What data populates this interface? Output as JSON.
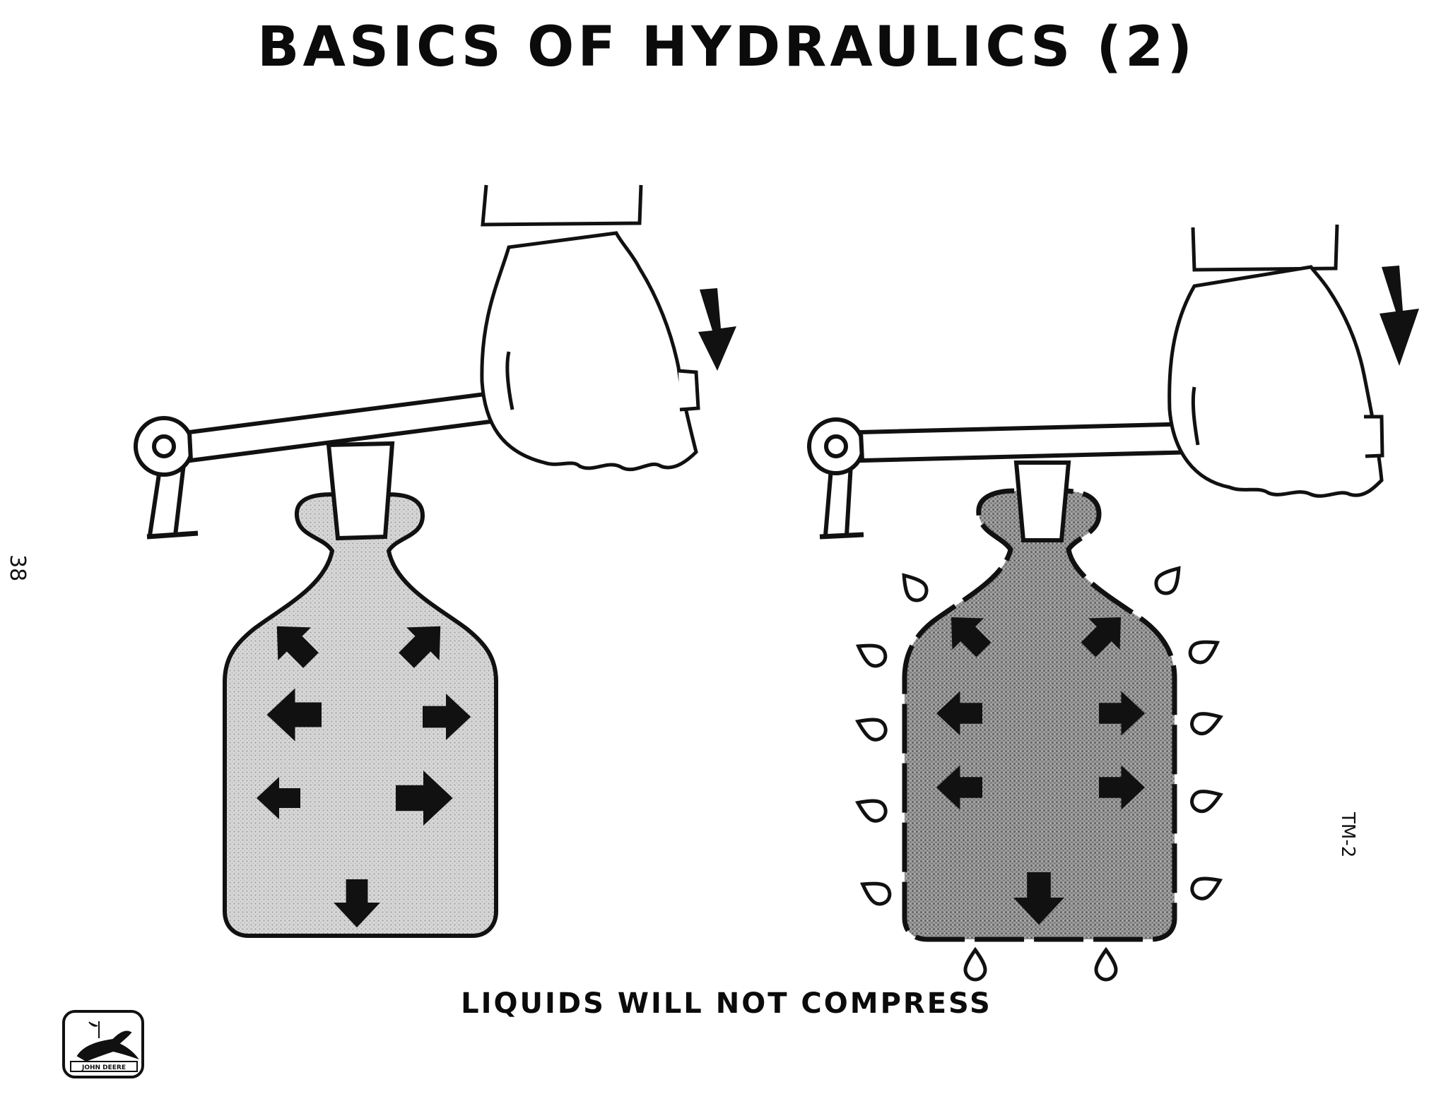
{
  "title": "BASICS OF HYDRAULICS (2)",
  "caption": "LIQUIDS WILL NOT COMPRESS",
  "page_number": "38",
  "doc_code": "TM-2",
  "logo": {
    "text": "JOHN DEERE",
    "icon": "leaping-deer-icon"
  },
  "colors": {
    "ink": "#111111",
    "liquid_light": "#d8d8d8",
    "liquid_dark": "#8a8a8a"
  }
}
